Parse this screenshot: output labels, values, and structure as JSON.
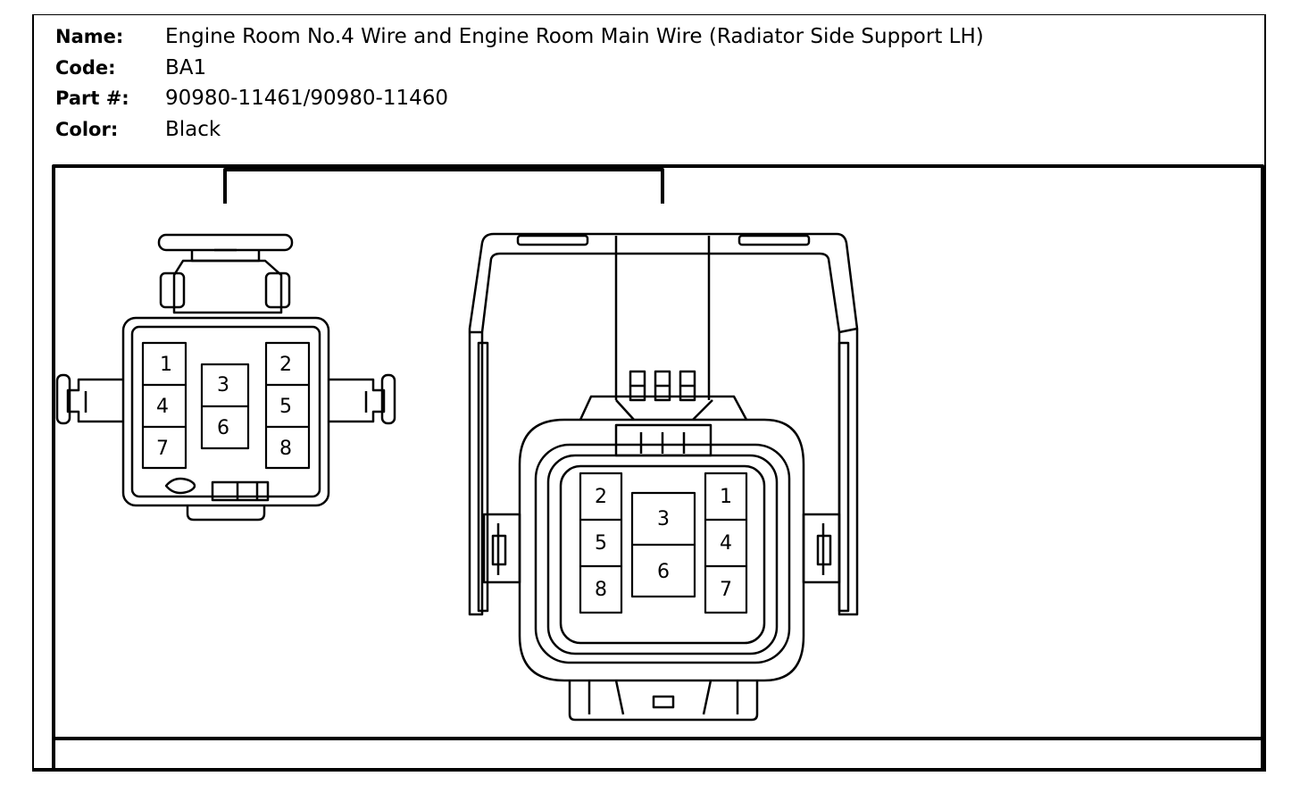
{
  "header": {
    "name_label": "Name:",
    "name_value": "Engine Room No.4 Wire and Engine Room Main Wire (Radiator Side Support LH)",
    "code_label": "Code:",
    "code_value": "BA1",
    "part_label": "Part #:",
    "part_value": "90980-11461/90980-11460",
    "color_label": "Color:",
    "color_value": "Black"
  },
  "connectors": {
    "left_pins": [
      "1",
      "2",
      "3",
      "4",
      "5",
      "6",
      "7",
      "8"
    ],
    "right_pins": [
      "1",
      "2",
      "3",
      "4",
      "5",
      "6",
      "7",
      "8"
    ]
  }
}
